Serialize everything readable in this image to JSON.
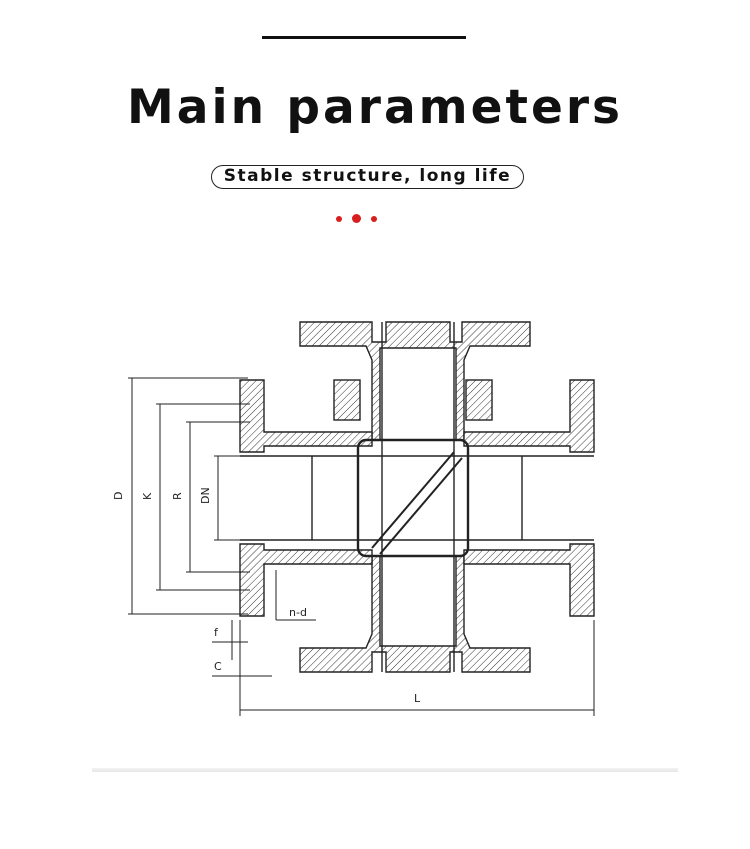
{
  "header": {
    "title": "Main parameters",
    "subtitle": "Stable structure, long life"
  },
  "accent_color": "#d81e1e",
  "diagram": {
    "labels": {
      "D": "D",
      "K": "K",
      "R": "R",
      "DN": "DN",
      "n_d": "n-d",
      "f": "f",
      "C": "C",
      "L": "L"
    }
  }
}
